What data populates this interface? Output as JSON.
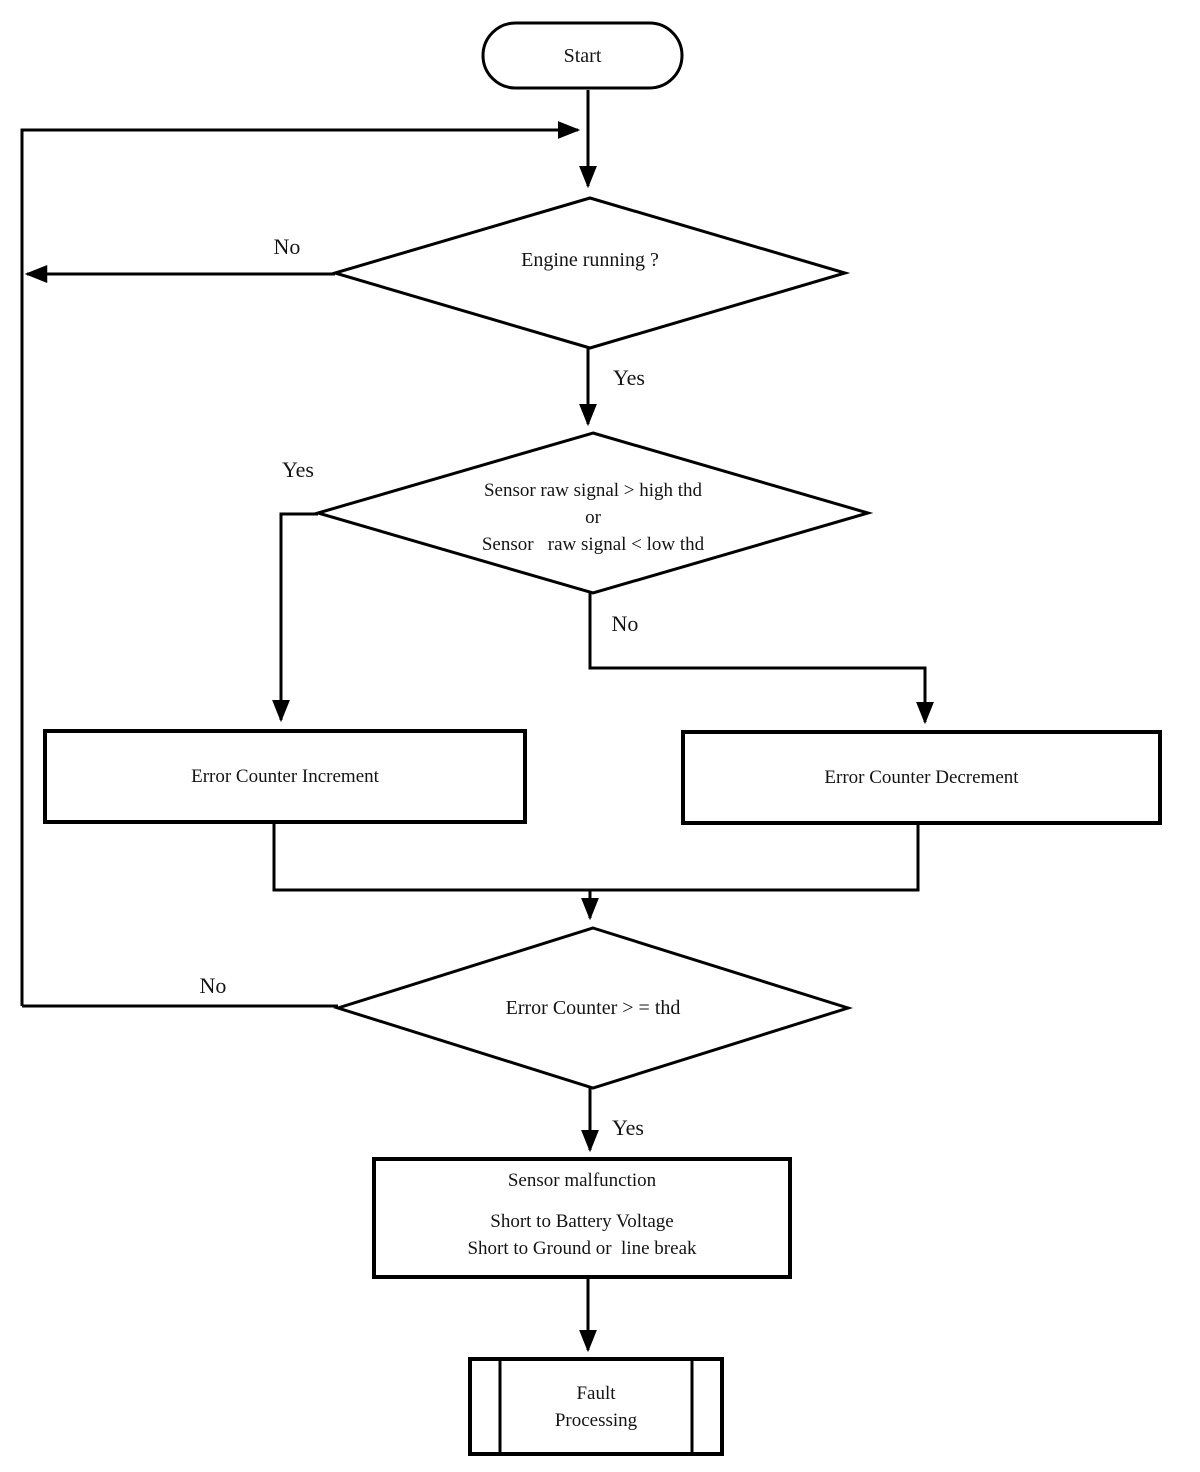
{
  "diagram": {
    "background": "#ffffff",
    "line_color": "#000000",
    "text_color": "#141414",
    "nodes": {
      "start": {
        "type": "terminator",
        "label": "Start"
      },
      "engine_running": {
        "type": "decision",
        "label": "Engine running ?"
      },
      "sensor_signal": {
        "type": "decision",
        "lines": [
          "Sensor raw signal > high thd",
          "or",
          "Sensor   raw signal < low thd"
        ]
      },
      "error_counter_increment": {
        "type": "process",
        "label": "Error Counter Increment"
      },
      "error_counter_decrement": {
        "type": "process",
        "label": "Error Counter Decrement"
      },
      "error_counter_threshold": {
        "type": "decision",
        "label": "Error Counter > = thd"
      },
      "sensor_malfunction": {
        "type": "process",
        "lines": [
          "Sensor malfunction",
          "Short to Battery Voltage",
          "Short to Ground or  line break"
        ]
      },
      "fault_processing": {
        "type": "predefined-process",
        "lines": [
          "Fault",
          "Processing"
        ]
      }
    },
    "edge_labels": {
      "engine_running_no": "No",
      "engine_running_yes": "Yes",
      "sensor_signal_yes": "Yes",
      "sensor_signal_no": "No",
      "error_counter_threshold_no": "No",
      "error_counter_threshold_yes": "Yes"
    }
  }
}
